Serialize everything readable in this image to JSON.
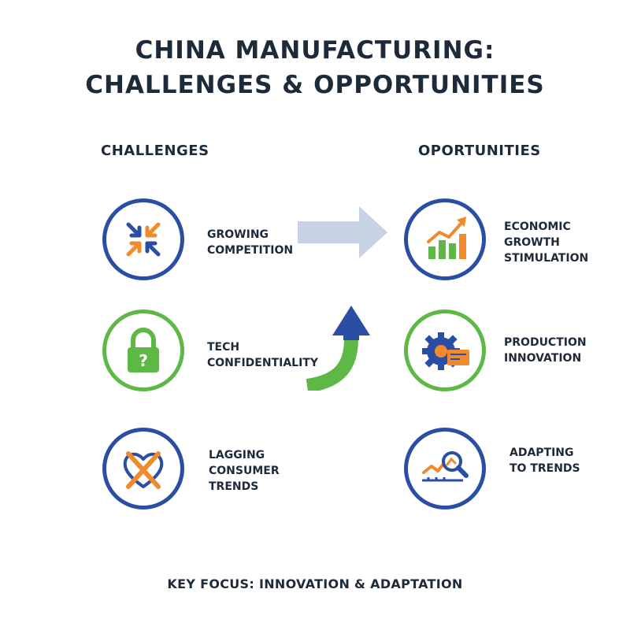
{
  "title": {
    "line1": "CHINA MANUFACTURING:",
    "line2": "CHALLENGES & OPPORTUNITIES"
  },
  "challenges": {
    "heading": "CHALLENGES",
    "items": [
      {
        "label": "GROWING\nCOMPETITION",
        "icon": "inward-arrows-icon"
      },
      {
        "label": "TECH\nCONFIDENTIALITY",
        "icon": "padlock-question-icon"
      },
      {
        "label": "LAGGING\nCONSUMER\nTRENDS",
        "icon": "crossed-heart-icon"
      }
    ]
  },
  "opportunities": {
    "heading": "OPORTUNITIES",
    "items": [
      {
        "label": "ECONOMIC\nGROWTH\nSTIMULATION",
        "icon": "bar-chart-growth-icon"
      },
      {
        "label": "PRODUCTION\nINNOVATION",
        "icon": "gear-card-icon"
      },
      {
        "label": "ADAPTING\nTO TRENDS",
        "icon": "magnifier-trend-icon"
      }
    ]
  },
  "footer": "KEY FOCUS: INNOVATION & ADAPTATION",
  "colors": {
    "navy": "#1c2a3a",
    "blue": "#2a4ea3",
    "green": "#5db845",
    "orange": "#f08a2c",
    "light_blue_arrow": "#c7d3e3"
  }
}
